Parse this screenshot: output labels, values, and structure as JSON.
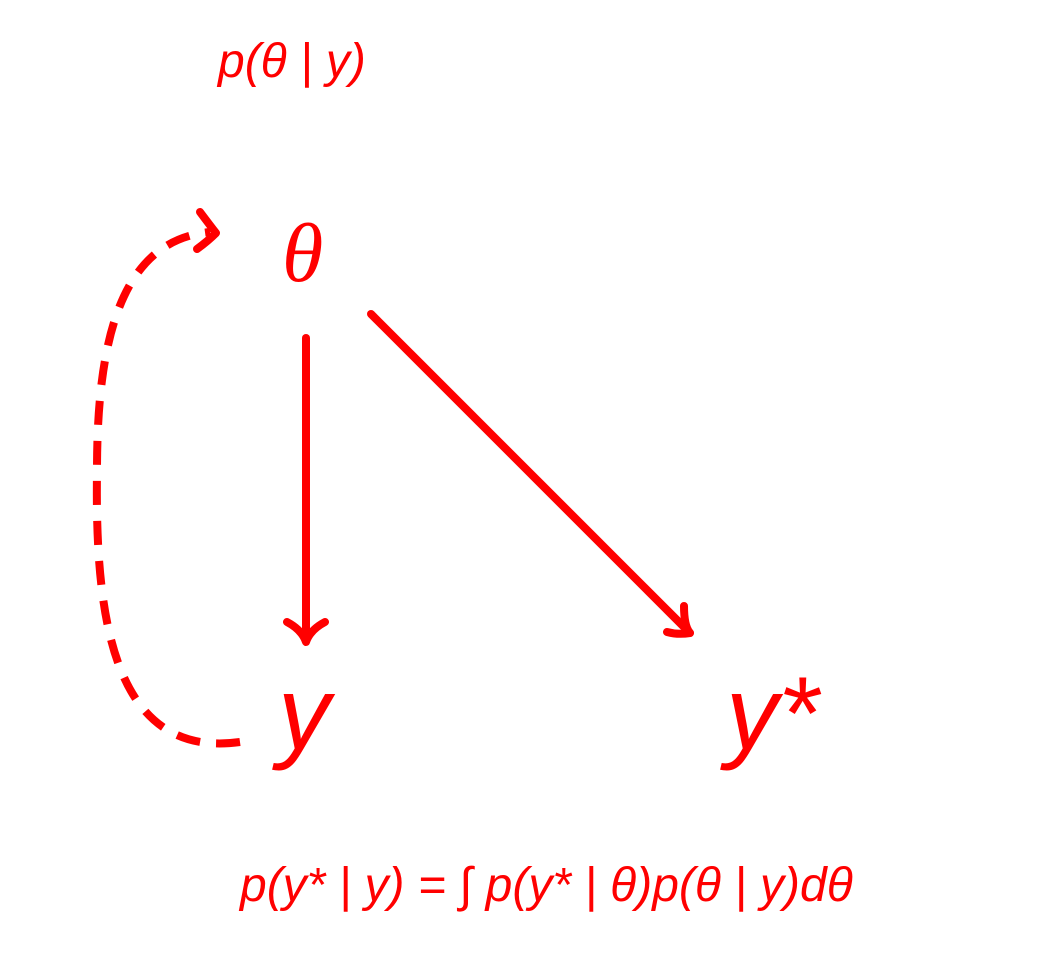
{
  "diagram": {
    "posterior_label": "p(θ | y)",
    "predictive_formula": "p(y* | y) = ∫ p(y* | θ)p(θ | y)dθ",
    "nodes": {
      "theta": "θ",
      "y": "y",
      "ystar": "y*"
    },
    "colors": {
      "ink": "#ff0000",
      "background": "#ffffff"
    }
  }
}
